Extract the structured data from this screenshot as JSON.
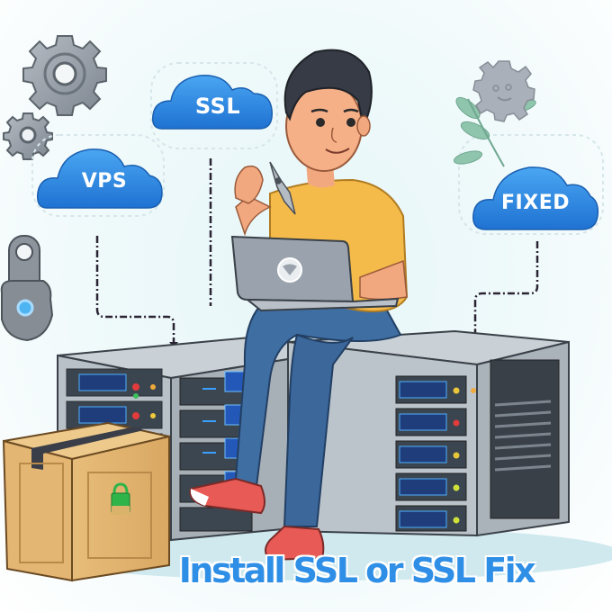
{
  "clouds": {
    "ssl": "SSL",
    "vps": "VPS",
    "fixed": "FIXED"
  },
  "title": "Install SSL or SSL Fix",
  "icons": [
    "gear-icon",
    "small-gear-icon",
    "key-icon",
    "smiling-gear-icon",
    "leaf-icon",
    "padlock-icon",
    "laptop-logo-icon",
    "pliers-icon"
  ],
  "colors": {
    "cloud_blue": "#2f86e0",
    "title_blue": "#2f8fe6",
    "shirt": "#f5bb4a",
    "jeans": "#3f6ea3",
    "shoes": "#e85a55",
    "box": "#e0b36e",
    "server": "#bfc6cd",
    "padlock": "#2fb44a"
  }
}
